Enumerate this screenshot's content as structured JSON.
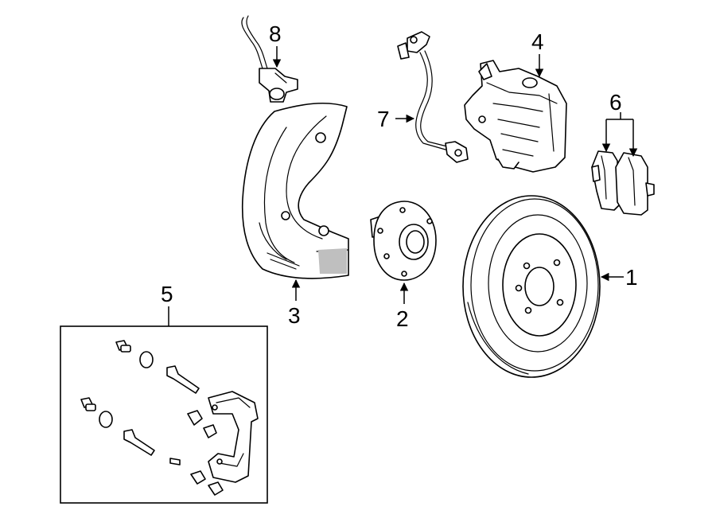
{
  "callouts": {
    "rotor": "1",
    "hub": "2",
    "splash_shield": "3",
    "caliper": "4",
    "caliper_kit": "5",
    "brake_pads": "6",
    "brake_hose": "7",
    "abs_sensor": "8"
  }
}
